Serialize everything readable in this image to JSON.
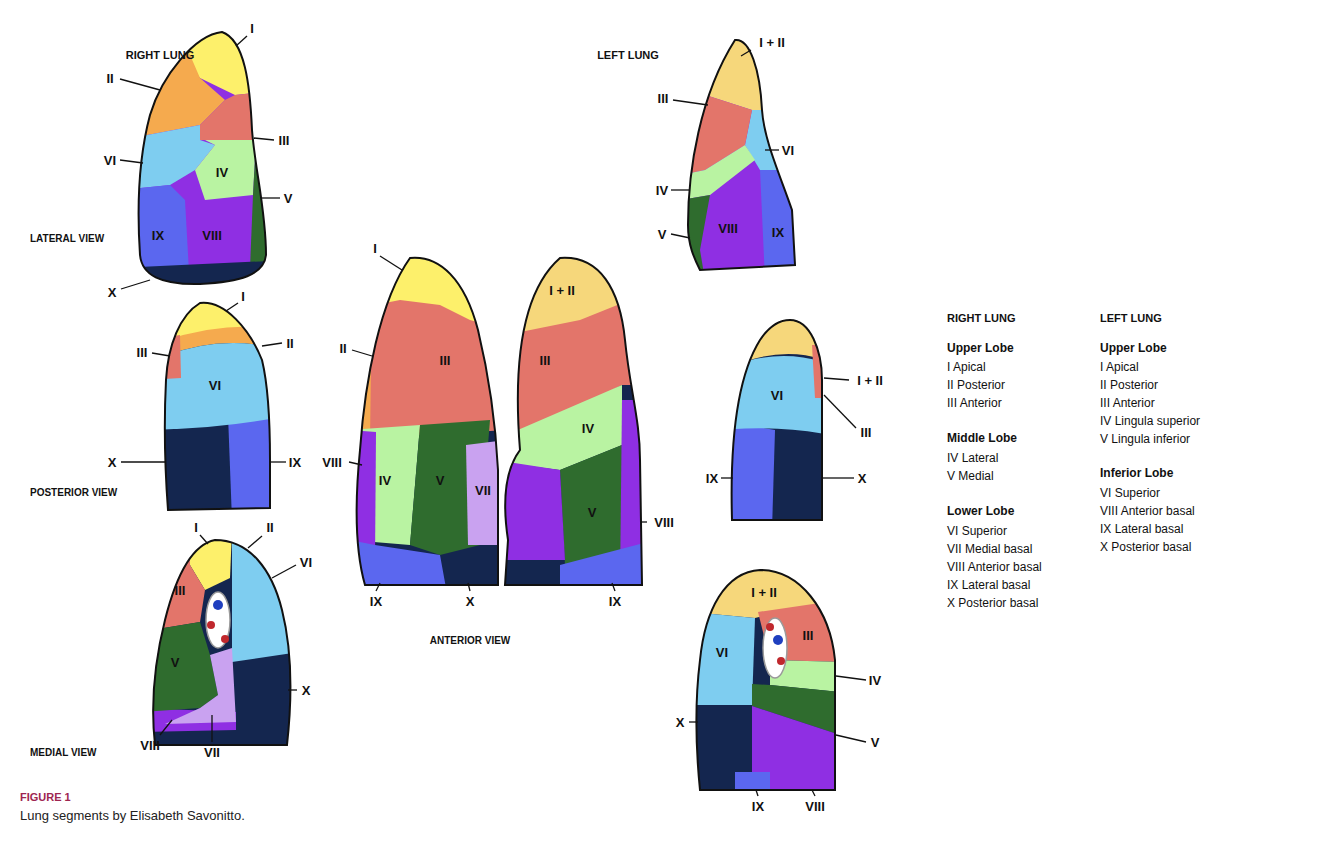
{
  "diagram": {
    "caption": "Lung segments by Elisabeth Savonitto.",
    "labels": [
      "RIGHT LUNG",
      "LEFT LUNG",
      "I",
      "II",
      "III",
      "VI",
      "IV",
      "V",
      "IX",
      "VIII",
      "X",
      "LATERAL VIEW",
      "I",
      "II",
      "III",
      "VI",
      "X",
      "IX",
      "POSTERIOR VIEW",
      "I",
      "II",
      "VI",
      "III",
      "V",
      "X",
      "VIII",
      "VII",
      "MEDIAL VIEW",
      "I",
      "II",
      "III",
      "IV",
      "V",
      "VII",
      "VIII",
      "IX",
      "X",
      "I + II",
      "III",
      "IV",
      "V",
      "VIII",
      "IX",
      "ANTERIOR VIEW",
      "I + II",
      "III",
      "VI",
      "IV",
      "V",
      "VIII",
      "IX",
      "I + II",
      "VI",
      "III",
      "IX",
      "X",
      "I + II",
      "VI",
      "III",
      "IV",
      "X",
      "V",
      "IX",
      "VIII",
      "RIGHT LUNG",
      "Upper Lobe",
      "I Apical",
      "II Posterior",
      "III Anterior",
      "Middle Lobe",
      "IV Lateral",
      "V Medial",
      "Lower Lobe",
      "VI Superior",
      "VII Medial basal",
      "VIII Anterior basal",
      "IX Lateral basal",
      "X Posterior basal",
      "LEFT LUNG",
      "Upper Lobe",
      "I Apical",
      "II Posterior",
      "III Anterior",
      "IV Lingula superior",
      "V Lingula inferior",
      "Inferior Lobe",
      "VI Superior",
      "VIII Anterior basal",
      "IX Lateral basal",
      "X Posterior basal",
      "FIGURE 1"
    ]
  }
}
